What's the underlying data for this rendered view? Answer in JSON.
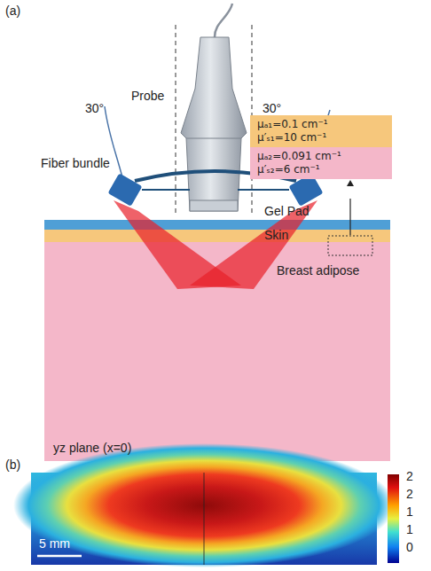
{
  "diagram": {
    "nodes": [
      {
        "text": [
          "Breast adipose",
          "yz plane (x=0)"
        ]
      },
      {
        "text": [
          "μₐ₁=0.1 cm⁻¹",
          "μ′ₛ₁=10 cm⁻¹"
        ]
      },
      {
        "text": [
          "μₐ₂=0.091 cm⁻¹",
          "μ′ₛ₂=6 cm⁻¹"
        ]
      }
    ],
    "labels": [
      "(a)",
      "Probe",
      "30°",
      "30°",
      "Fiber bundle",
      "Gel Pad",
      "Skin",
      "(b)",
      "2",
      "2",
      "1",
      "1",
      "0",
      "5 mm"
    ]
  }
}
